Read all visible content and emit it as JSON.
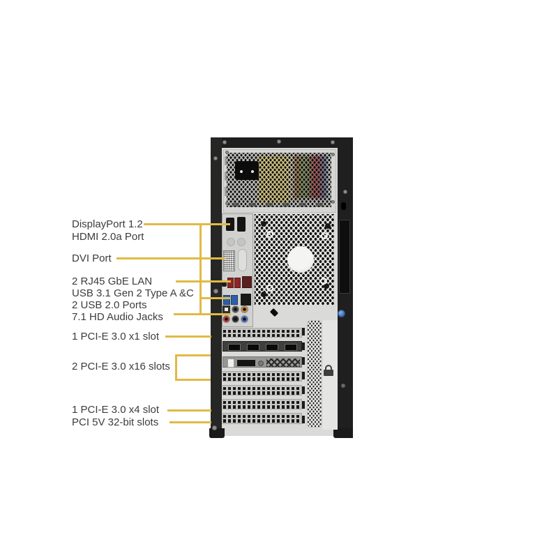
{
  "diagram": {
    "description": "Rear view photo of a tower server chassis with port callout labels",
    "labels": [
      {
        "id": "displayport-hdmi",
        "lines": [
          "DisplayPort 1.2",
          "HDMI 2.0a Port"
        ]
      },
      {
        "id": "dvi",
        "lines": [
          "DVI Port"
        ]
      },
      {
        "id": "rear-io",
        "lines": [
          "2 RJ45 GbE LAN",
          "USB 3.1 Gen 2 Type A &C",
          "2 USB 2.0 Ports",
          "7.1 HD Audio Jacks"
        ]
      },
      {
        "id": "pcie-x1",
        "lines": [
          "1 PCI-E 3.0 x1 slot"
        ]
      },
      {
        "id": "pcie-x16",
        "lines": [
          "2 PCI-E 3.0 x16 slots"
        ]
      },
      {
        "id": "pcie-x4",
        "lines": [
          "1 PCI-E 3.0 x4 slot"
        ]
      },
      {
        "id": "pci-5v",
        "lines": [
          "PCI 5V 32-bit slots"
        ]
      }
    ],
    "colors": {
      "background": "#ffffff",
      "callout_line": "#e0ba45",
      "label_text": "#3c3c3c",
      "chassis_frame": "#212121",
      "back_panel": "#dadad8",
      "usb2_port_red": "#8e2626",
      "usb3_port_blue": "#2e5ea6",
      "lan_port_maroon": "#5a2020",
      "thumbscrew_blue": "#4a7fc0",
      "audio_jack_orange": "#c8863a",
      "audio_jack_red": "#b94040",
      "audio_jack_blue": "#4a6cba"
    },
    "icons": {
      "padlock-icon": "padlock",
      "fan-grille": "hex mesh vent",
      "power-inlet": "IEC C14 AC inlet",
      "screw-icon": "chassis screw"
    }
  }
}
